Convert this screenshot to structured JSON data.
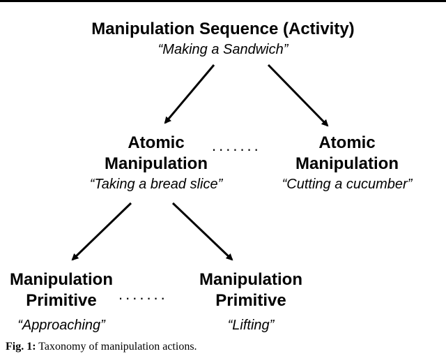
{
  "root": {
    "title": "Manipulation Sequence (Activity)",
    "subtitle": "“Making a Sandwich”"
  },
  "level2": [
    {
      "title_line1": "Atomic",
      "title_line2": "Manipulation",
      "subtitle": "“Taking a bread slice”"
    },
    {
      "title_line1": "Atomic",
      "title_line2": "Manipulation",
      "subtitle": "“Cutting a cucumber”"
    }
  ],
  "level3": [
    {
      "title_line1": "Manipulation",
      "title_line2": "Primitive",
      "subtitle": "“Approaching”"
    },
    {
      "title_line1": "Manipulation",
      "title_line2": "Primitive",
      "subtitle": "“Lifting”"
    }
  ],
  "separator": ".......",
  "caption": {
    "label": "Fig. 1:",
    "text": "Taxonomy of manipulation actions."
  }
}
